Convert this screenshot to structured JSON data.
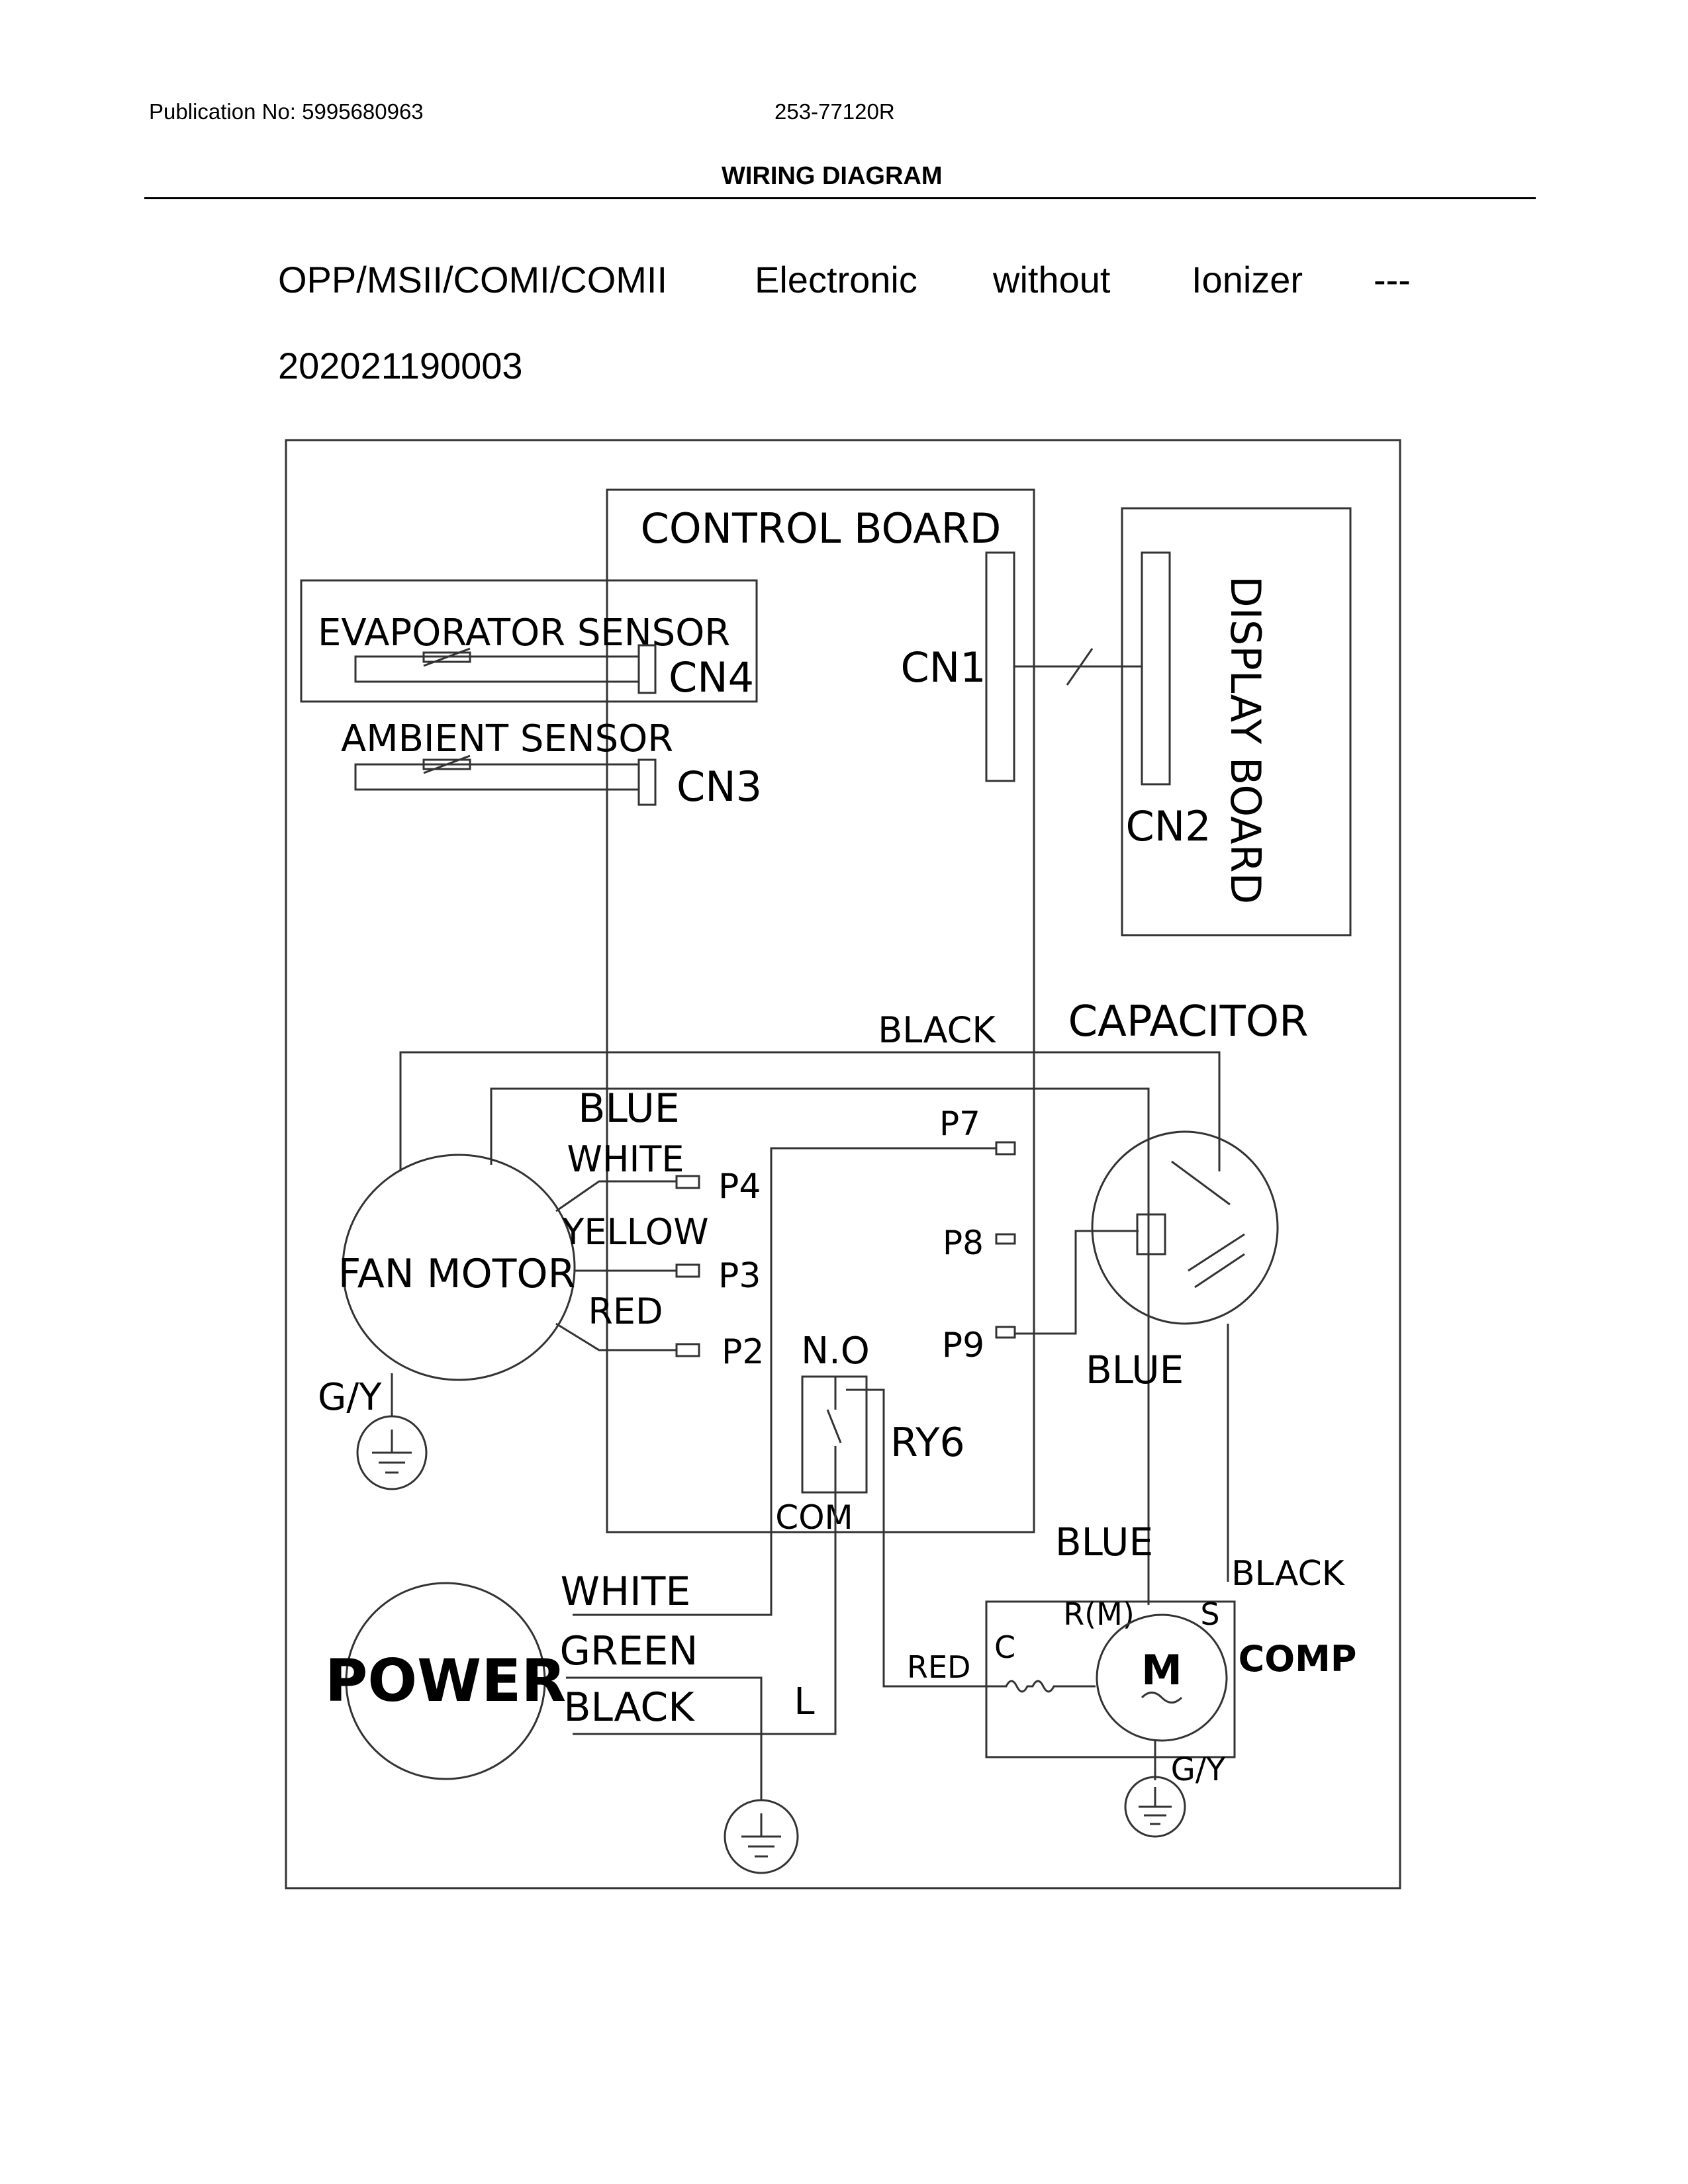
{
  "header": {
    "publication": "Publication No: 5995680963",
    "part_number": "253-77120R",
    "title": "WIRING DIAGRAM"
  },
  "description": {
    "models": "OPP/MSII/COMI/COMII",
    "word_electronic": "Electronic",
    "word_without": "without",
    "word_ionizer": "Ionizer",
    "dashes": "---",
    "code": "202021190003"
  },
  "diagram": {
    "control_board": "CONTROL BOARD",
    "display_board": "DISPLAY BOARD",
    "evaporator_sensor": "EVAPORATOR SENSOR",
    "ambient_sensor": "AMBIENT SENSOR",
    "cn1": "CN1",
    "cn2": "CN2",
    "cn3": "CN3",
    "cn4": "CN4",
    "fan_motor": "FAN MOTOR",
    "capacitor": "CAPACITOR",
    "power": "POWER",
    "comp": "COMP",
    "p2": "P2",
    "p3": "P3",
    "p4": "P4",
    "p7": "P7",
    "p8": "P8",
    "p9": "P9",
    "no": "N.O",
    "com": "COM",
    "ry6": "RY6",
    "wire_black_top": "BLACK",
    "wire_blue_top": "BLUE",
    "wire_white_fan": "WHITE",
    "wire_yellow": "YELLOW",
    "wire_red_fan": "RED",
    "wire_gy_fan": "G/Y",
    "wire_blue_p9": "BLUE",
    "wire_blue_comp": "BLUE",
    "wire_black_comp": "BLACK",
    "wire_white_power": "WHITE",
    "wire_green": "GREEN",
    "wire_black_power": "BLACK",
    "wire_red_comp": "RED",
    "term_l": "L",
    "term_c": "C",
    "term_rm": "R(M)",
    "term_s": "S",
    "motor_m": "M",
    "wire_gy_comp": "G/Y"
  }
}
